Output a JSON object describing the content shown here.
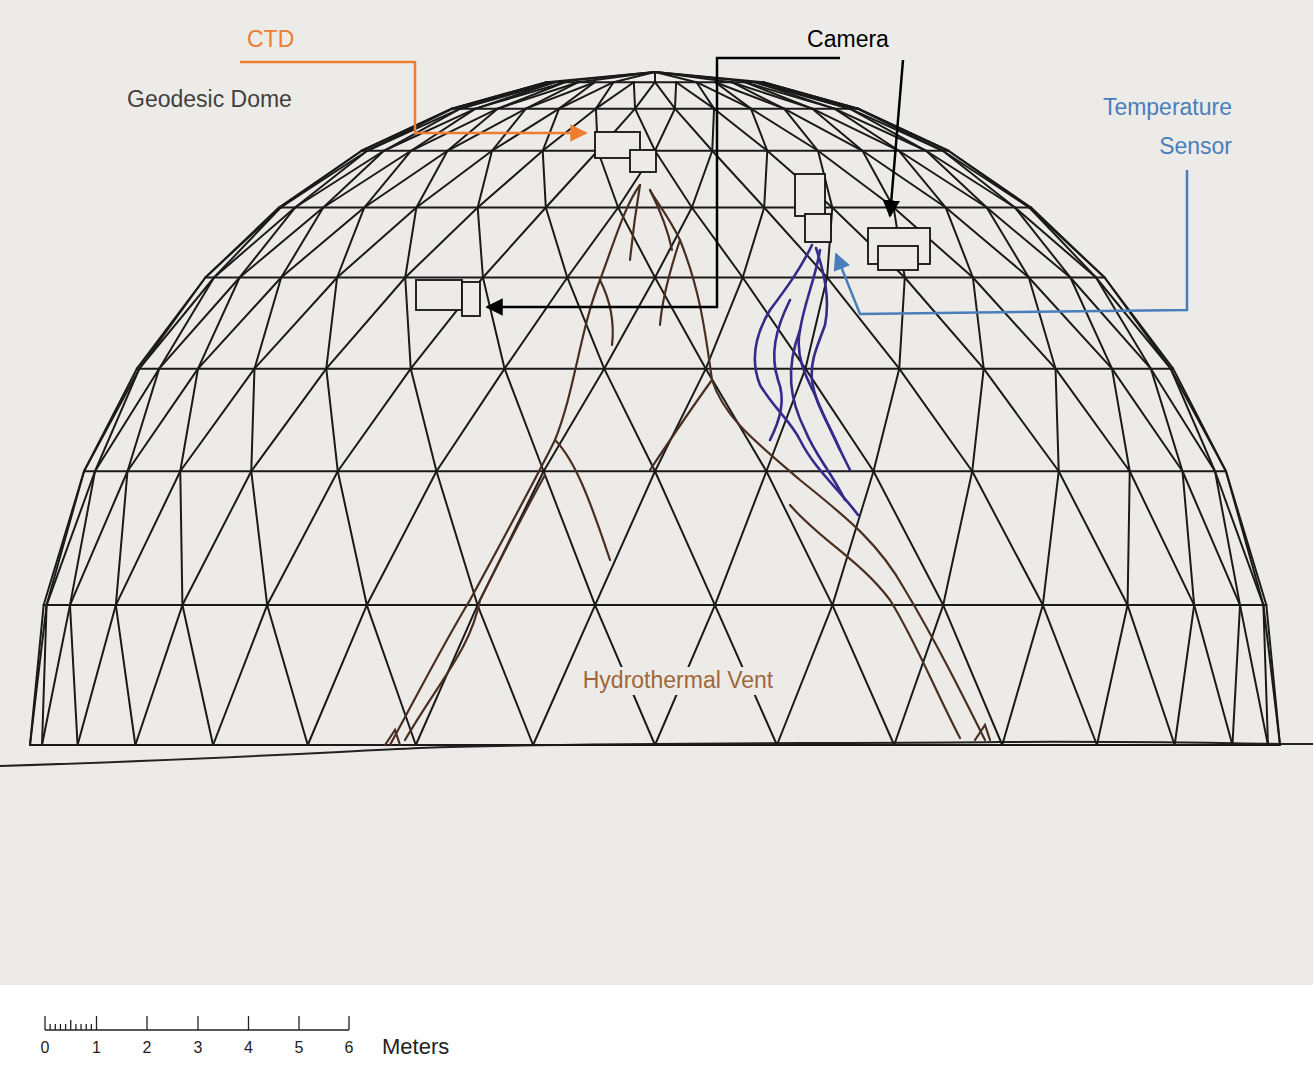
{
  "diagram": {
    "labels": [
      "CTD",
      "Camera",
      "Geodesic Dome",
      "Temperature Sensor",
      "Hydrothermal Vent",
      "0",
      "1",
      "2",
      "3",
      "4",
      "5",
      "6",
      "Meters"
    ]
  }
}
